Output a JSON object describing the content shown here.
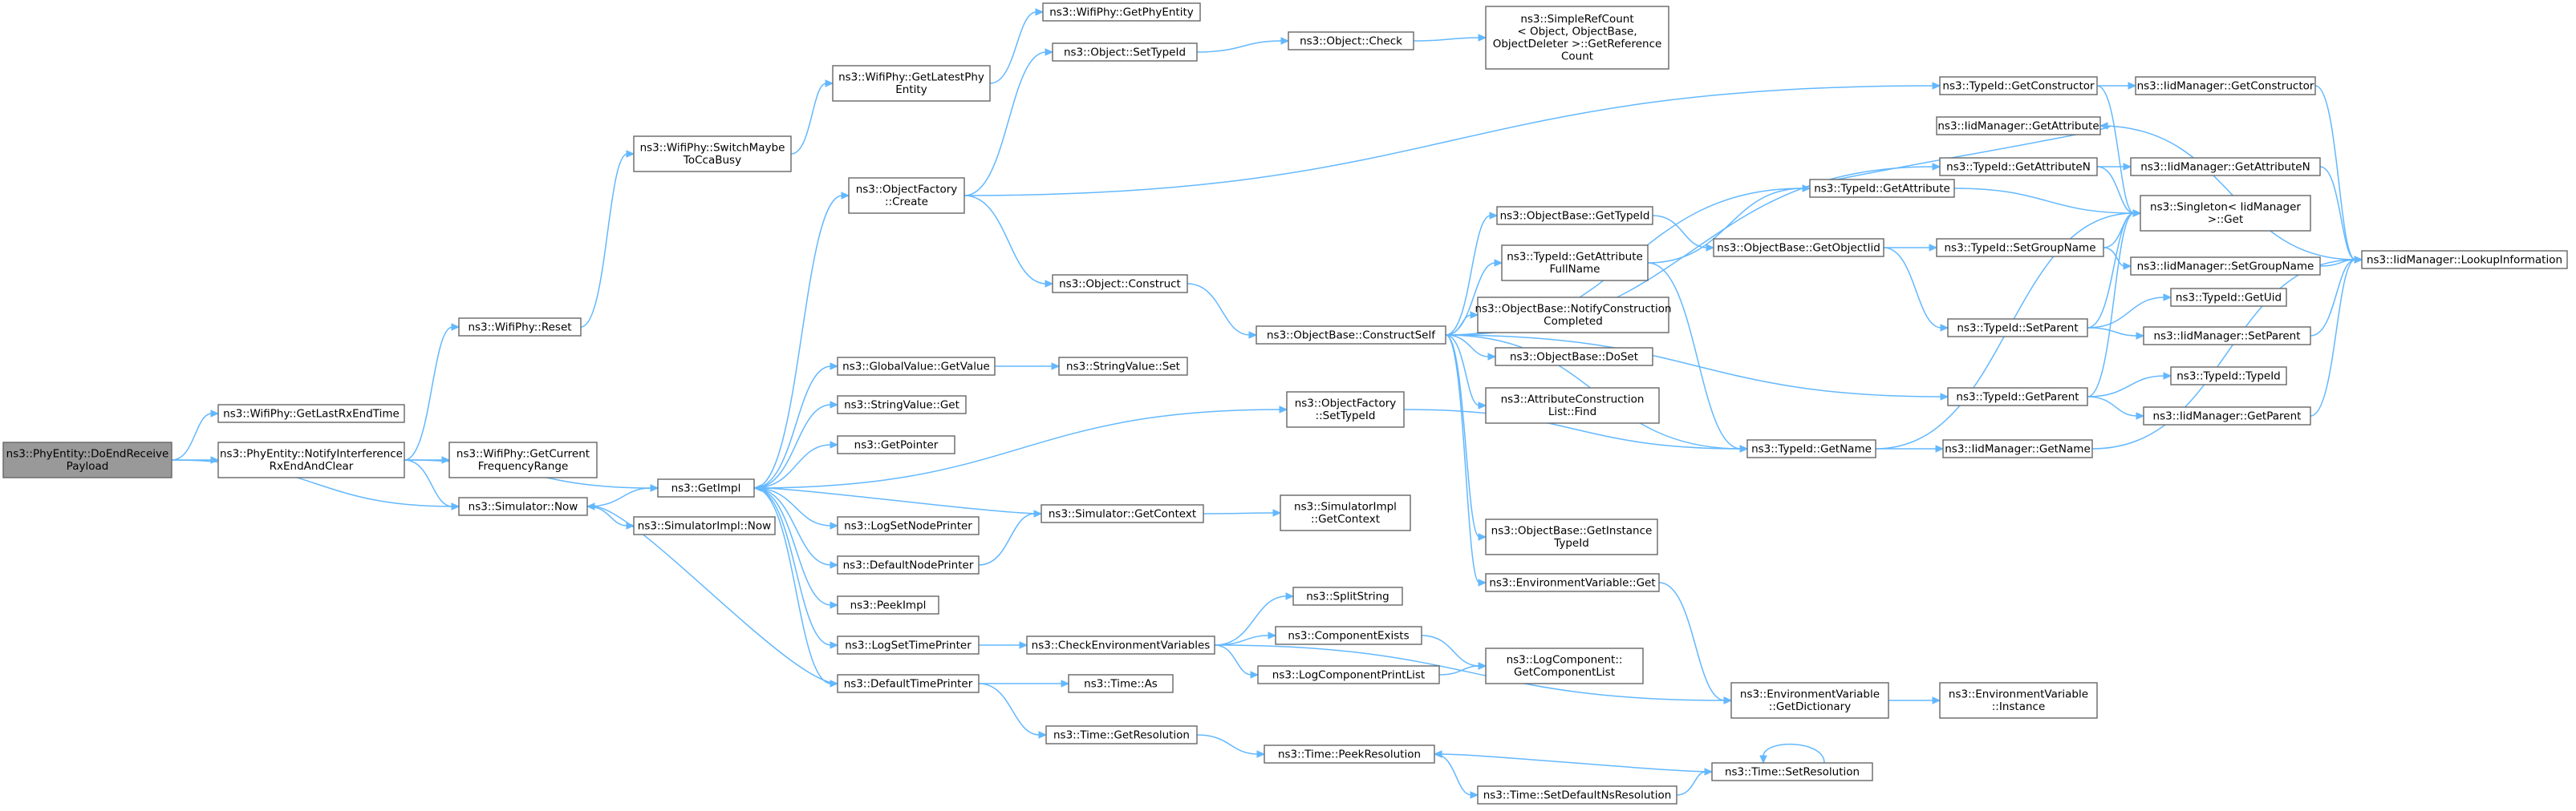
{
  "nodes": [
    {
      "id": "root",
      "lines": [
        "ns3::PhyEntity::DoEndReceive",
        "Payload"
      ],
      "root": true
    },
    {
      "id": "getLastRx",
      "lines": [
        "ns3::WifiPhy::GetLastRxEndTime"
      ]
    },
    {
      "id": "notifyInt",
      "lines": [
        "ns3::PhyEntity::NotifyInterference",
        "RxEndAndClear"
      ]
    },
    {
      "id": "simNow",
      "lines": [
        "ns3::Simulator::Now"
      ]
    },
    {
      "id": "wifiReset",
      "lines": [
        "ns3::WifiPhy::Reset"
      ]
    },
    {
      "id": "getCurFreq",
      "lines": [
        "ns3::WifiPhy::GetCurrent",
        "FrequencyRange"
      ]
    },
    {
      "id": "switchMaybe",
      "lines": [
        "ns3::WifiPhy::SwitchMaybe",
        "ToCcaBusy"
      ]
    },
    {
      "id": "getLatestPhy",
      "lines": [
        "ns3::WifiPhy::GetLatestPhy",
        "Entity"
      ]
    },
    {
      "id": "getPhyEntity",
      "lines": [
        "ns3::WifiPhy::GetPhyEntity"
      ]
    },
    {
      "id": "getImpl",
      "lines": [
        "ns3::GetImpl"
      ]
    },
    {
      "id": "simImplNow",
      "lines": [
        "ns3::SimulatorImpl::Now"
      ]
    },
    {
      "id": "objFactCreate",
      "lines": [
        "ns3::ObjectFactory",
        "::Create"
      ]
    },
    {
      "id": "objSetTypeId",
      "lines": [
        "ns3::Object::SetTypeId"
      ]
    },
    {
      "id": "objCheck",
      "lines": [
        "ns3::Object::Check"
      ]
    },
    {
      "id": "simpleRef",
      "lines": [
        "ns3::SimpleRefCount",
        "< Object, ObjectBase,",
        "ObjectDeleter >::GetReference",
        "Count"
      ]
    },
    {
      "id": "objConstruct",
      "lines": [
        "ns3::Object::Construct"
      ]
    },
    {
      "id": "globalGetValue",
      "lines": [
        "ns3::GlobalValue::GetValue"
      ]
    },
    {
      "id": "strValSet",
      "lines": [
        "ns3::StringValue::Set"
      ]
    },
    {
      "id": "strValGet",
      "lines": [
        "ns3::StringValue::Get"
      ]
    },
    {
      "id": "getPointer",
      "lines": [
        "ns3::GetPointer"
      ]
    },
    {
      "id": "logSetNode",
      "lines": [
        "ns3::LogSetNodePrinter"
      ]
    },
    {
      "id": "defNodePrinter",
      "lines": [
        "ns3::DefaultNodePrinter"
      ]
    },
    {
      "id": "peekImpl",
      "lines": [
        "ns3::PeekImpl"
      ]
    },
    {
      "id": "logSetTime",
      "lines": [
        "ns3::LogSetTimePrinter"
      ]
    },
    {
      "id": "defTimePrinter",
      "lines": [
        "ns3::DefaultTimePrinter"
      ]
    },
    {
      "id": "simGetContext",
      "lines": [
        "ns3::Simulator::GetContext"
      ]
    },
    {
      "id": "simImplGetCtx",
      "lines": [
        "ns3::SimulatorImpl",
        "::GetContext"
      ]
    },
    {
      "id": "checkEnv",
      "lines": [
        "ns3::CheckEnvironmentVariables"
      ]
    },
    {
      "id": "timeAs",
      "lines": [
        "ns3::Time::As"
      ]
    },
    {
      "id": "timeGetRes",
      "lines": [
        "ns3::Time::GetResolution"
      ]
    },
    {
      "id": "splitString",
      "lines": [
        "ns3::SplitString"
      ]
    },
    {
      "id": "compExists",
      "lines": [
        "ns3::ComponentExists"
      ]
    },
    {
      "id": "logCompPrint",
      "lines": [
        "ns3::LogComponentPrintList"
      ]
    },
    {
      "id": "logCompGetList",
      "lines": [
        "ns3::LogComponent::",
        "GetComponentList"
      ]
    },
    {
      "id": "timePeekRes",
      "lines": [
        "ns3::Time::PeekResolution"
      ]
    },
    {
      "id": "timeSetDefNs",
      "lines": [
        "ns3::Time::SetDefaultNsResolution"
      ]
    },
    {
      "id": "timeSetRes",
      "lines": [
        "ns3::Time::SetResolution"
      ]
    },
    {
      "id": "objBaseConstruct",
      "lines": [
        "ns3::ObjectBase::ConstructSelf"
      ]
    },
    {
      "id": "objFactSetTypeId",
      "lines": [
        "ns3::ObjectFactory",
        "::SetTypeId"
      ]
    },
    {
      "id": "objBaseGetTypeId",
      "lines": [
        "ns3::ObjectBase::GetTypeId"
      ]
    },
    {
      "id": "typeIdGetAttrFull",
      "lines": [
        "ns3::TypeId::GetAttribute",
        "FullName"
      ]
    },
    {
      "id": "objBaseNotify",
      "lines": [
        "ns3::ObjectBase::NotifyConstruction",
        "Completed"
      ]
    },
    {
      "id": "objBaseDoSet",
      "lines": [
        "ns3::ObjectBase::DoSet"
      ]
    },
    {
      "id": "attrConstrFind",
      "lines": [
        "ns3::AttributeConstruction",
        "List::Find"
      ]
    },
    {
      "id": "objBaseGetInst",
      "lines": [
        "ns3::ObjectBase::GetInstance",
        "TypeId"
      ]
    },
    {
      "id": "envVarGet",
      "lines": [
        "ns3::EnvironmentVariable::Get"
      ]
    },
    {
      "id": "envVarGetDict",
      "lines": [
        "ns3::EnvironmentVariable",
        "::GetDictionary"
      ]
    },
    {
      "id": "envVarInstance",
      "lines": [
        "ns3::EnvironmentVariable",
        "::Instance"
      ]
    },
    {
      "id": "typeIdGetName",
      "lines": [
        "ns3::TypeId::GetName"
      ]
    },
    {
      "id": "iidGetName",
      "lines": [
        "ns3::IidManager::GetName"
      ]
    },
    {
      "id": "typeIdGetAttr",
      "lines": [
        "ns3::TypeId::GetAttribute"
      ]
    },
    {
      "id": "typeIdGetCtor",
      "lines": [
        "ns3::TypeId::GetConstructor"
      ]
    },
    {
      "id": "iidGetCtor",
      "lines": [
        "ns3::IidManager::GetConstructor"
      ]
    },
    {
      "id": "iidGetAttr",
      "lines": [
        "ns3::IidManager::GetAttribute"
      ]
    },
    {
      "id": "typeIdGetAttrN",
      "lines": [
        "ns3::TypeId::GetAttributeN"
      ]
    },
    {
      "id": "iidGetAttrN",
      "lines": [
        "ns3::IidManager::GetAttributeN"
      ]
    },
    {
      "id": "singletonGet",
      "lines": [
        "ns3::Singleton< IidManager",
        " >::Get"
      ]
    },
    {
      "id": "objBaseGetObjIid",
      "lines": [
        "ns3::ObjectBase::GetObjectIid"
      ]
    },
    {
      "id": "typeIdSetGroup",
      "lines": [
        "ns3::TypeId::SetGroupName"
      ]
    },
    {
      "id": "iidSetGroup",
      "lines": [
        "ns3::IidManager::SetGroupName"
      ]
    },
    {
      "id": "iidLookup",
      "lines": [
        "ns3::IidManager::LookupInformation"
      ]
    },
    {
      "id": "typeIdSetParent",
      "lines": [
        "ns3::TypeId::SetParent"
      ]
    },
    {
      "id": "typeIdGetUid",
      "lines": [
        "ns3::TypeId::GetUid"
      ]
    },
    {
      "id": "iidSetParent",
      "lines": [
        "ns3::IidManager::SetParent"
      ]
    },
    {
      "id": "typeIdGetParent",
      "lines": [
        "ns3::TypeId::GetParent"
      ]
    },
    {
      "id": "typeIdTypeId",
      "lines": [
        "ns3::TypeId::TypeId"
      ]
    },
    {
      "id": "iidGetParent",
      "lines": [
        "ns3::IidManager::GetParent"
      ]
    }
  ],
  "edges": [
    [
      "root",
      "getLastRx"
    ],
    [
      "root",
      "notifyInt"
    ],
    [
      "root",
      "simNow"
    ],
    [
      "notifyInt",
      "wifiReset"
    ],
    [
      "notifyInt",
      "getCurFreq"
    ],
    [
      "notifyInt",
      "simNow"
    ],
    [
      "notifyInt",
      "getImpl"
    ],
    [
      "wifiReset",
      "switchMaybe"
    ],
    [
      "switchMaybe",
      "getLatestPhy"
    ],
    [
      "getLatestPhy",
      "getPhyEntity"
    ],
    [
      "simNow",
      "getImpl"
    ],
    [
      "simNow",
      "simImplNow"
    ],
    [
      "getImpl",
      "objFactCreate"
    ],
    [
      "getImpl",
      "objFactSetTypeId"
    ],
    [
      "getImpl",
      "globalGetValue"
    ],
    [
      "getImpl",
      "strValGet"
    ],
    [
      "getImpl",
      "getPointer"
    ],
    [
      "getImpl",
      "logSetNode"
    ],
    [
      "getImpl",
      "defNodePrinter"
    ],
    [
      "getImpl",
      "peekImpl"
    ],
    [
      "getImpl",
      "logSetTime"
    ],
    [
      "getImpl",
      "defTimePrinter"
    ],
    [
      "objFactCreate",
      "objSetTypeId"
    ],
    [
      "objFactCreate",
      "objConstruct"
    ],
    [
      "objFactCreate",
      "typeIdGetCtor"
    ],
    [
      "objSetTypeId",
      "objCheck"
    ],
    [
      "objCheck",
      "simpleRef"
    ],
    [
      "objConstruct",
      "objBaseConstruct"
    ],
    [
      "globalGetValue",
      "strValSet"
    ],
    [
      "simGetContext",
      "getImpl"
    ],
    [
      "simGetContext",
      "simImplGetCtx"
    ],
    [
      "defNodePrinter",
      "simGetContext"
    ],
    [
      "logSetTime",
      "checkEnv"
    ],
    [
      "defTimePrinter",
      "simNow"
    ],
    [
      "defTimePrinter",
      "timeAs"
    ],
    [
      "defTimePrinter",
      "timeGetRes"
    ],
    [
      "checkEnv",
      "splitString"
    ],
    [
      "checkEnv",
      "compExists"
    ],
    [
      "checkEnv",
      "logCompPrint"
    ],
    [
      "checkEnv",
      "envVarGetDict"
    ],
    [
      "compExists",
      "logCompGetList"
    ],
    [
      "logCompPrint",
      "logCompGetList"
    ],
    [
      "timeGetRes",
      "timePeekRes"
    ],
    [
      "timePeekRes",
      "timeSetDefNs"
    ],
    [
      "timeSetDefNs",
      "timeSetRes"
    ],
    [
      "timeSetRes",
      "timePeekRes"
    ],
    [
      "timeSetRes",
      "timeSetRes"
    ],
    [
      "objBaseConstruct",
      "objBaseGetTypeId"
    ],
    [
      "objBaseConstruct",
      "typeIdGetAttrFull"
    ],
    [
      "objBaseConstruct",
      "objBaseNotify"
    ],
    [
      "objBaseConstruct",
      "objBaseDoSet"
    ],
    [
      "objBaseConstruct",
      "attrConstrFind"
    ],
    [
      "objBaseConstruct",
      "objBaseGetInst"
    ],
    [
      "objBaseConstruct",
      "envVarGet"
    ],
    [
      "objBaseConstruct",
      "typeIdGetName"
    ],
    [
      "objBaseConstruct",
      "typeIdGetAttr"
    ],
    [
      "objBaseConstruct",
      "typeIdGetAttrN"
    ],
    [
      "objBaseConstruct",
      "typeIdGetParent"
    ],
    [
      "objFactSetTypeId",
      "typeIdGetName"
    ],
    [
      "objBaseGetTypeId",
      "objBaseGetObjIid"
    ],
    [
      "typeIdGetAttrFull",
      "typeIdGetAttr"
    ],
    [
      "typeIdGetAttrFull",
      "typeIdGetName"
    ],
    [
      "envVarGet",
      "envVarGetDict"
    ],
    [
      "envVarGetDict",
      "envVarInstance"
    ],
    [
      "objBaseGetObjIid",
      "typeIdSetGroup"
    ],
    [
      "objBaseGetObjIid",
      "typeIdSetParent"
    ],
    [
      "typeIdGetName",
      "iidGetName"
    ],
    [
      "typeIdGetName",
      "singletonGet"
    ],
    [
      "iidGetName",
      "iidLookup"
    ],
    [
      "typeIdGetAttr",
      "iidGetAttr"
    ],
    [
      "typeIdGetAttr",
      "singletonGet"
    ],
    [
      "typeIdGetCtor",
      "iidGetCtor"
    ],
    [
      "typeIdGetCtor",
      "singletonGet"
    ],
    [
      "iidGetCtor",
      "iidLookup"
    ],
    [
      "iidGetAttr",
      "iidLookup"
    ],
    [
      "typeIdGetAttrN",
      "iidGetAttrN"
    ],
    [
      "typeIdGetAttrN",
      "singletonGet"
    ],
    [
      "iidGetAttrN",
      "iidLookup"
    ],
    [
      "typeIdSetGroup",
      "iidSetGroup"
    ],
    [
      "typeIdSetGroup",
      "singletonGet"
    ],
    [
      "iidSetGroup",
      "iidLookup"
    ],
    [
      "typeIdSetParent",
      "typeIdGetUid"
    ],
    [
      "typeIdSetParent",
      "iidSetParent"
    ],
    [
      "typeIdSetParent",
      "singletonGet"
    ],
    [
      "iidSetParent",
      "iidLookup"
    ],
    [
      "typeIdGetParent",
      "typeIdTypeId"
    ],
    [
      "typeIdGetParent",
      "iidGetParent"
    ],
    [
      "typeIdGetParent",
      "singletonGet"
    ],
    [
      "iidGetParent",
      "iidLookup"
    ]
  ],
  "colors": {
    "edge": "#63b8ff",
    "node_border": "#666666",
    "root_fill": "#999999"
  }
}
